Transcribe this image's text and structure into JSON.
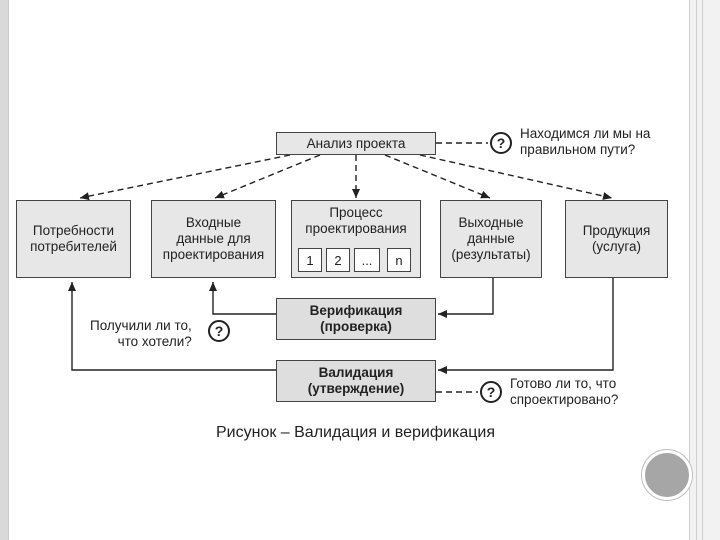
{
  "diagram": {
    "analysis": "Анализ проекта",
    "q_top": "Находимся ли мы на\nправильном пути?",
    "needs": "Потребности\nпотребителей",
    "inputs": "Входные\nданные для\nпроектирования",
    "process": "Процесс\nпроектирования",
    "process_steps": [
      "1",
      "2",
      "...",
      "n"
    ],
    "outputs": "Выходные\nданные\n(результаты)",
    "product": "Продукция\n(услуга)",
    "verification": "Верификация\n(проверка)",
    "q_left": "Получили ли то,\nчто хотели?",
    "validation": "Валидация\n(утверждение)",
    "q_bottom": "Готово ли то, что\nспроектировано?",
    "question_mark": "?"
  },
  "caption": "Рисунок – Валидация и верификация"
}
